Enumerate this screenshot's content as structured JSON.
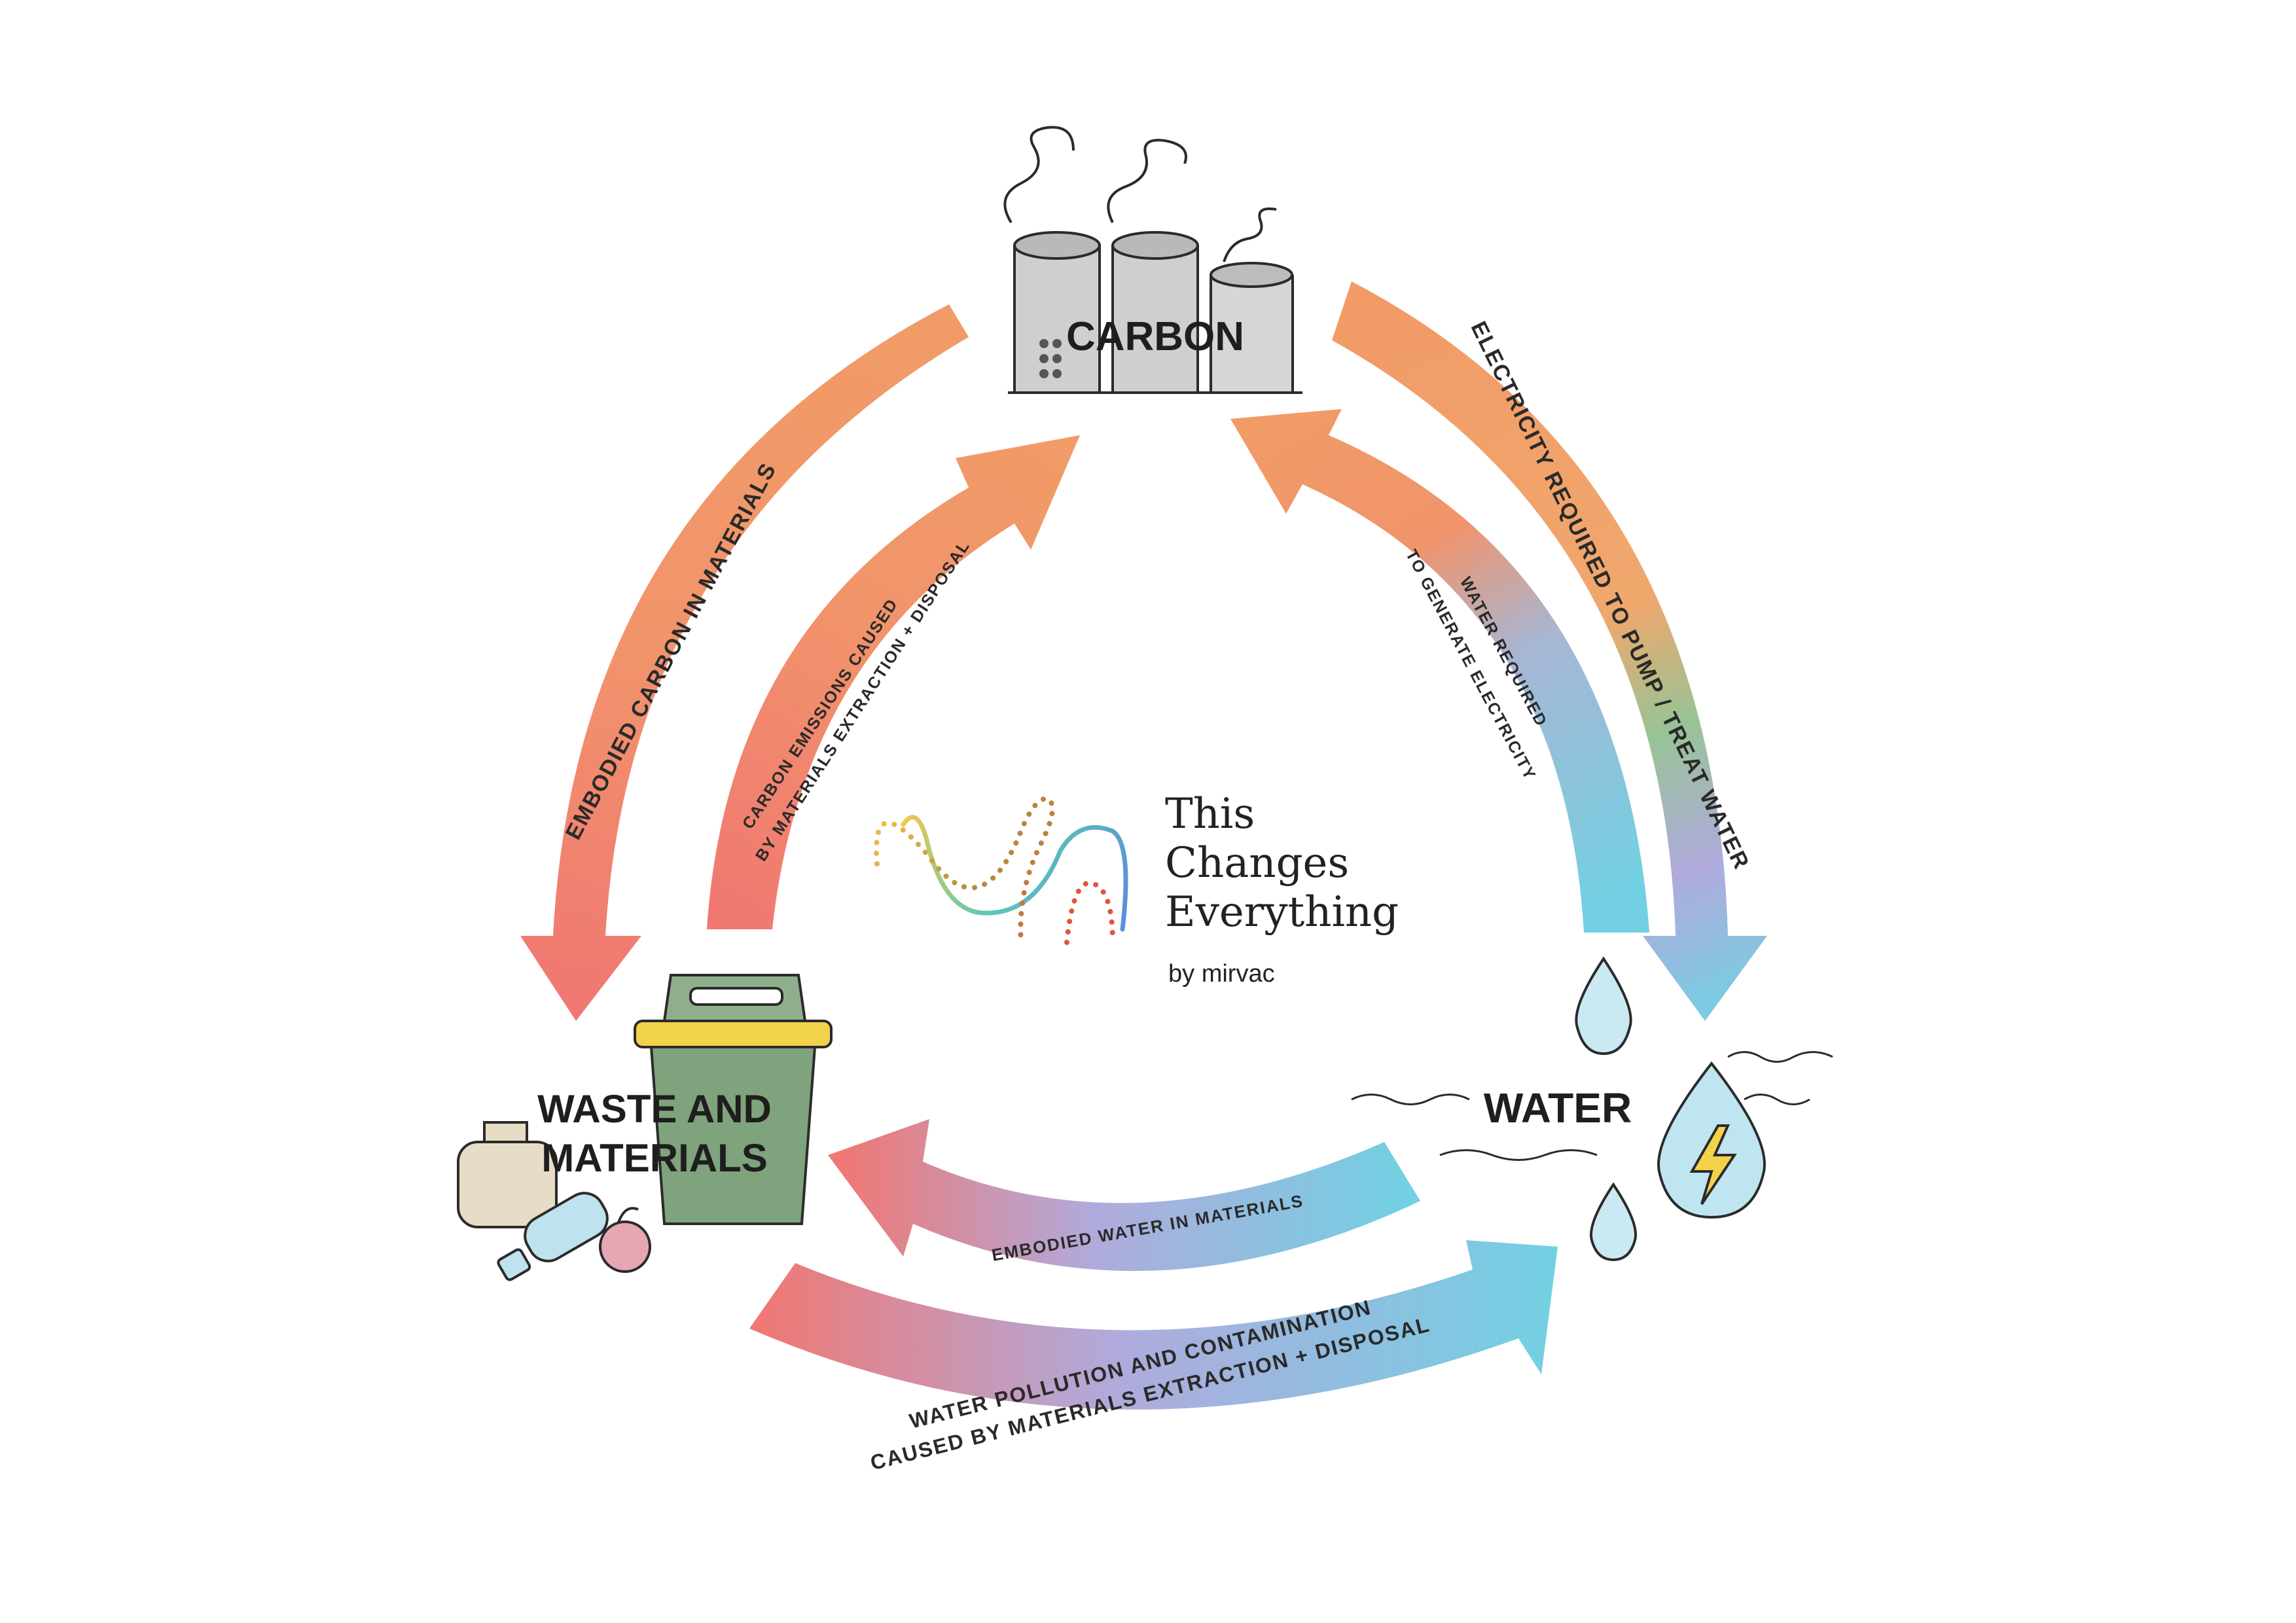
{
  "colors": {
    "orange": "#F0935A",
    "red": "#EF6B66",
    "blue": "#66CCE0",
    "purple": "#A9A3D9",
    "green": "#8FBE8C",
    "ink": "#222222"
  },
  "nodes": {
    "carbon": "CARBON",
    "waste_line1": "WASTE AND",
    "waste_line2": "MATERIALS",
    "water": "WATER"
  },
  "arrows": {
    "embodied_carbon": "EMBODIED CARBON IN MATERIALS",
    "carbon_emissions_line1": "CARBON EMISSIONS CAUSED",
    "carbon_emissions_line2": "BY MATERIALS EXTRACTION + DISPOSAL",
    "electricity": "ELECTRICITY REQUIRED TO PUMP  / TREAT WATER",
    "water_required_line1": "WATER REQUIRED",
    "water_required_line2": "TO GENERATE ELECTRICITY",
    "embodied_water": "EMBODIED WATER IN MATERIALS",
    "pollution_line1": "WATER POLLUTION AND CONTAMINATION",
    "pollution_line2": "CAUSED BY MATERIALS EXTRACTION + DISPOSAL"
  },
  "brand": {
    "line1": "This",
    "line2": "Changes",
    "line3": "Everything",
    "by": "by mirvac"
  }
}
